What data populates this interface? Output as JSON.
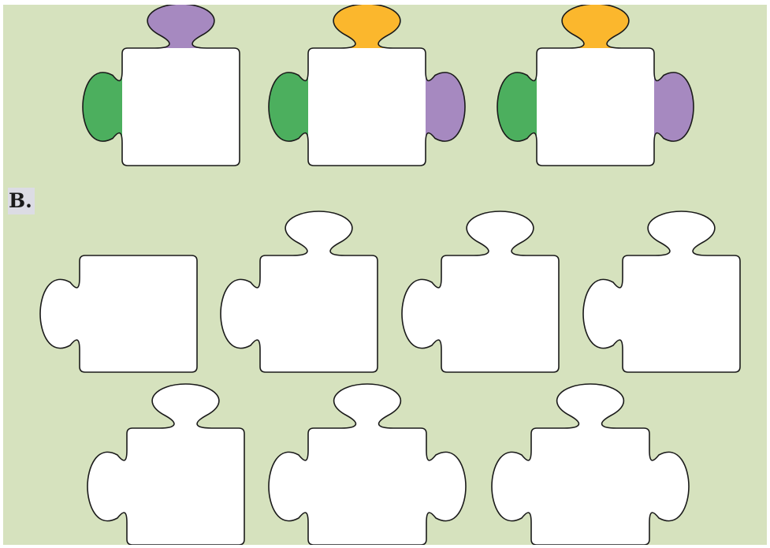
{
  "colors": {
    "background": "#d6e2be",
    "outline": "#1a1a1a",
    "piece_body": "#ffffff",
    "green": "#4caf5e",
    "purple": "#a689c0",
    "orange": "#fbb72d",
    "label_bg": "#dcdce4"
  },
  "section_b": {
    "label": "B."
  },
  "section_a": {
    "pieces": [
      {
        "top": "purple",
        "left": "green",
        "right": null
      },
      {
        "top": "orange",
        "left": "green",
        "right": "purple"
      },
      {
        "top": "orange",
        "left": "green",
        "right": "purple"
      }
    ]
  },
  "section_b_pieces": [
    {
      "top": false,
      "left": true,
      "right": false
    },
    {
      "top": true,
      "left": true,
      "right": false
    },
    {
      "top": true,
      "left": true,
      "right": false
    },
    {
      "top": true,
      "left": true,
      "right": false
    },
    {
      "top": true,
      "left": true,
      "right": false
    },
    {
      "top": true,
      "left": true,
      "right": true
    },
    {
      "top": true,
      "left": true,
      "right": true
    }
  ]
}
